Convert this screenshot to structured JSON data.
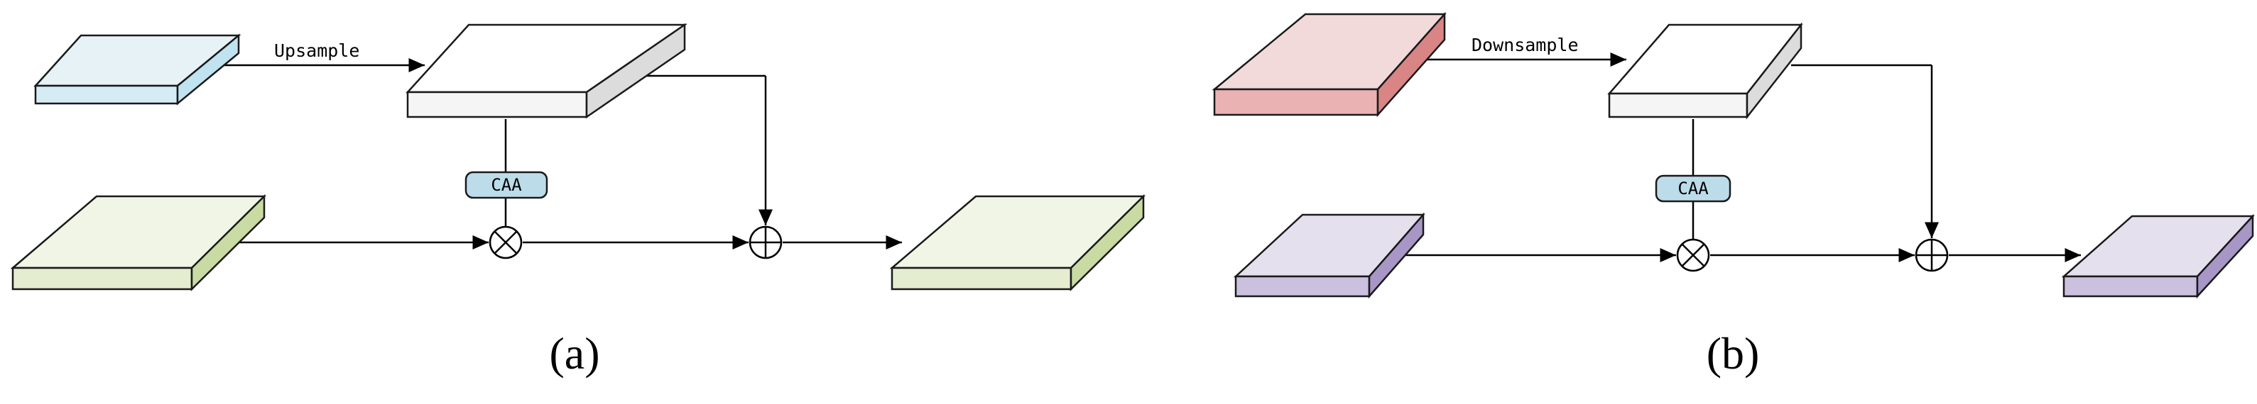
{
  "colors": {
    "blue_top": "#e6f2f6",
    "blue_front": "#d5ecf4",
    "blue_side": "#bfe3ef",
    "green_top": "#f1f5e5",
    "green_front": "#e4edcf",
    "green_side": "#c9dba2",
    "white_top": "#ffffff",
    "white_front": "#f5f5f5",
    "white_side": "#dcdcdc",
    "red_top": "#f2dadb",
    "red_front": "#eab2b3",
    "red_side": "#d98585",
    "purple_top": "#e5e0ee",
    "purple_front": "#cbc0dd",
    "purple_side": "#a897c6",
    "caa_fill": "#bcdcea"
  },
  "panel_a": {
    "upsample_label": "Upsample",
    "caa_label": "CAA",
    "multiply_symbol": "⊗",
    "add_symbol": "⊕",
    "caption": "(a)"
  },
  "panel_b": {
    "downsample_label": "Downsample",
    "caa_label": "CAA",
    "multiply_symbol": "⊗",
    "add_symbol": "⊕",
    "caption": "(b)"
  }
}
